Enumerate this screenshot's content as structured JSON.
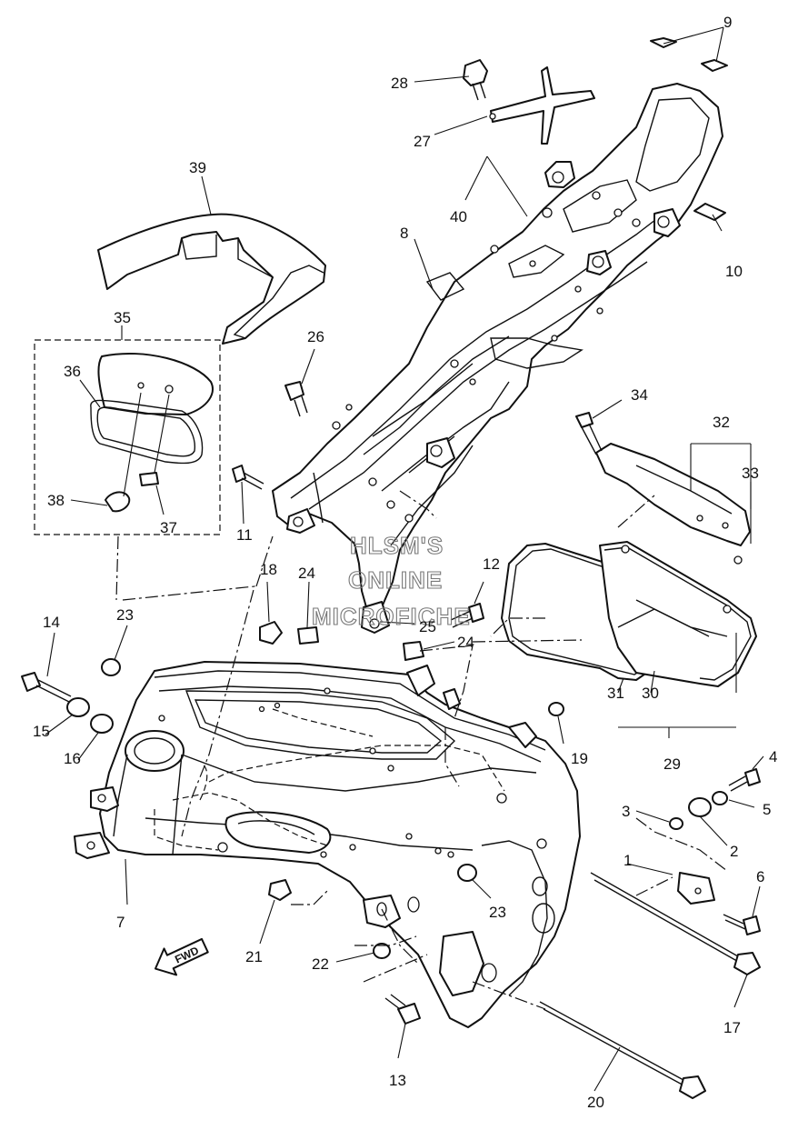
{
  "diagram": {
    "callouts": [
      {
        "id": "c1",
        "label": "1"
      },
      {
        "id": "c2",
        "label": "2"
      },
      {
        "id": "c3",
        "label": "3"
      },
      {
        "id": "c4",
        "label": "4"
      },
      {
        "id": "c5",
        "label": "5"
      },
      {
        "id": "c6",
        "label": "6"
      },
      {
        "id": "c7",
        "label": "7"
      },
      {
        "id": "c8",
        "label": "8"
      },
      {
        "id": "c9",
        "label": "9"
      },
      {
        "id": "c10",
        "label": "10"
      },
      {
        "id": "c11",
        "label": "11"
      },
      {
        "id": "c12",
        "label": "12"
      },
      {
        "id": "c13",
        "label": "13"
      },
      {
        "id": "c14",
        "label": "14"
      },
      {
        "id": "c15",
        "label": "15"
      },
      {
        "id": "c16",
        "label": "16"
      },
      {
        "id": "c17",
        "label": "17"
      },
      {
        "id": "c18",
        "label": "18"
      },
      {
        "id": "c19",
        "label": "19"
      },
      {
        "id": "c20",
        "label": "20"
      },
      {
        "id": "c21",
        "label": "21"
      },
      {
        "id": "c22",
        "label": "22"
      },
      {
        "id": "c23a",
        "label": "23"
      },
      {
        "id": "c23b",
        "label": "23"
      },
      {
        "id": "c24a",
        "label": "24"
      },
      {
        "id": "c24b",
        "label": "24"
      },
      {
        "id": "c25",
        "label": "25"
      },
      {
        "id": "c26",
        "label": "26"
      },
      {
        "id": "c27",
        "label": "27"
      },
      {
        "id": "c28",
        "label": "28"
      },
      {
        "id": "c29",
        "label": "29"
      },
      {
        "id": "c30",
        "label": "30"
      },
      {
        "id": "c31",
        "label": "31"
      },
      {
        "id": "c32",
        "label": "32"
      },
      {
        "id": "c33",
        "label": "33"
      },
      {
        "id": "c34",
        "label": "34"
      },
      {
        "id": "c35",
        "label": "35"
      },
      {
        "id": "c36",
        "label": "36"
      },
      {
        "id": "c37",
        "label": "37"
      },
      {
        "id": "c38",
        "label": "38"
      },
      {
        "id": "c39",
        "label": "39"
      },
      {
        "id": "c40",
        "label": "40"
      }
    ],
    "fwd_label": "FWD",
    "watermark": [
      "HLSM'S",
      "ONLINE",
      "MICROFICHE"
    ]
  }
}
